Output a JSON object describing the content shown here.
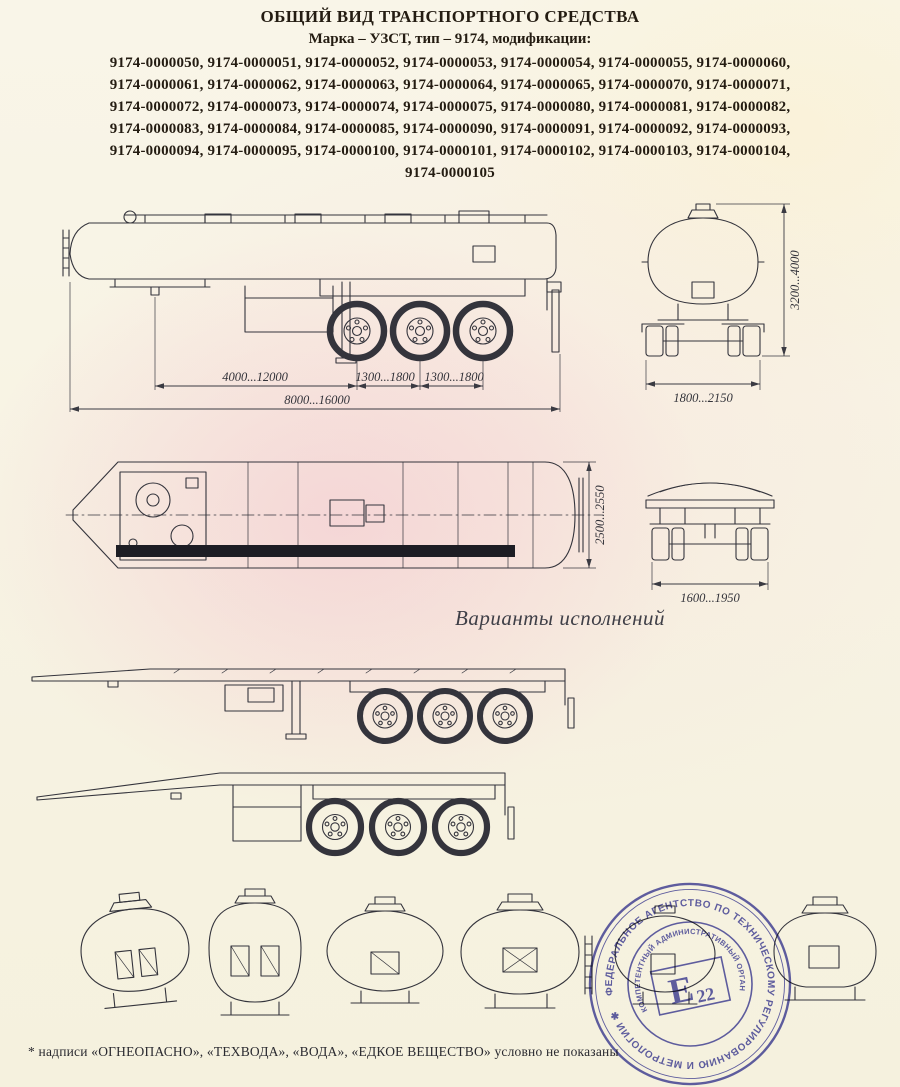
{
  "document": {
    "title": "ОБЩИЙ ВИД ТРАНСПОРТНОГО СРЕДСТВА",
    "subtitle": "Марка – УЗСТ, тип – 9174, модификации:",
    "modification_lines": [
      "9174-0000050, 9174-0000051, 9174-0000052, 9174-0000053, 9174-0000054, 9174-0000055, 9174-0000060,",
      "9174-0000061, 9174-0000062, 9174-0000063, 9174-0000064, 9174-0000065, 9174-0000070, 9174-0000071,",
      "9174-0000072, 9174-0000073, 9174-0000074, 9174-0000075, 9174-0000080, 9174-0000081, 9174-0000082,",
      "9174-0000083, 9174-0000084, 9174-0000085, 9174-0000090, 9174-0000091, 9174-0000092, 9174-0000093,",
      "9174-0000094, 9174-0000095, 9174-0000100, 9174-0000101, 9174-0000102, 9174-0000103, 9174-0000104,",
      "9174-0000105"
    ],
    "variants_caption": "Варианты исполнений",
    "footnote": "* надписи «ОГНЕОПАСНО»,  «ТЕХВОДА», «ВОДА», «ЕДКОЕ ВЕЩЕСТВО» условно не показаны"
  },
  "dimensions": {
    "side_view": {
      "front_section": "4000...12000",
      "axle_spacing_1": "1300...1800",
      "axle_spacing_2": "1300...1800",
      "overall_length": "8000...16000"
    },
    "front_view": {
      "height": "3200...4000",
      "width": "1800...2150"
    },
    "top_view": {
      "tank_width": "2500...2550"
    },
    "rear_view": {
      "track_width": "1600...1950"
    }
  },
  "stamp": {
    "outer_text": "ФЕДЕРАЛЬНОЕ АГЕНТСТВО ПО ТЕХНИЧЕСКОМУ РЕГУЛИРОВАНИЮ И МЕТРОЛОГИИ ✱",
    "inner_text": "КОМПЕТЕНТНЫЙ АДМИНИСТРАТИВНЫЙ ОРГАН",
    "center_letter": "Е",
    "center_number": "22",
    "color": "#4b4baa"
  },
  "colors": {
    "paper": "#f8f4e6",
    "ink": "#34343c",
    "pink_tint": "#f1b2c6"
  }
}
